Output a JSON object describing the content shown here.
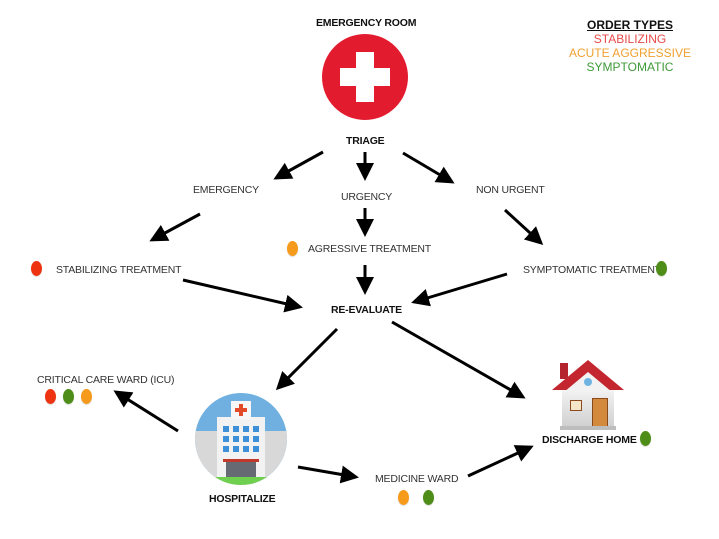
{
  "title": "EMERGENCY ROOM",
  "legend": {
    "title": "ORDER TYPES",
    "items": [
      {
        "label": "STABILIZING",
        "color": "#e8494a"
      },
      {
        "label": "ACUTE AGGRESSIVE",
        "color": "#f0a030"
      },
      {
        "label": "SYMPTOMATIC",
        "color": "#3f9a3a"
      }
    ]
  },
  "colors": {
    "stabilizing": "#ee3311",
    "aggressive": "#f59a1a",
    "symptomatic": "#4e8d18"
  },
  "nodes": {
    "triage": "TRIAGE",
    "emergency": "EMERGENCY",
    "urgency": "URGENCY",
    "non_urgent": "NON URGENT",
    "stabilizing_treatment": "STABILIZING TREATMENT",
    "aggressive_treatment": "AGRESSIVE TREATMENT",
    "symptomatic_treatment": "SYMPTOMATIC TREATMENT",
    "re_evaluate": "RE-EVALUATE",
    "critical_care": "CRITICAL CARE WARD (ICU)",
    "hospitalize": "HOSPITALIZE",
    "medicine_ward": "MEDICINE WARD",
    "discharge_home": "DISCHARGE HOME"
  },
  "edges": [
    [
      "triage",
      "emergency"
    ],
    [
      "triage",
      "urgency"
    ],
    [
      "triage",
      "non_urgent"
    ],
    [
      "emergency",
      "stabilizing_treatment"
    ],
    [
      "urgency",
      "aggressive_treatment"
    ],
    [
      "non_urgent",
      "symptomatic_treatment"
    ],
    [
      "stabilizing_treatment",
      "re_evaluate"
    ],
    [
      "aggressive_treatment",
      "re_evaluate"
    ],
    [
      "symptomatic_treatment",
      "re_evaluate"
    ],
    [
      "re_evaluate",
      "hospitalize"
    ],
    [
      "re_evaluate",
      "discharge_home"
    ],
    [
      "hospitalize",
      "critical_care"
    ],
    [
      "hospitalize",
      "medicine_ward"
    ],
    [
      "medicine_ward",
      "discharge_home"
    ]
  ]
}
